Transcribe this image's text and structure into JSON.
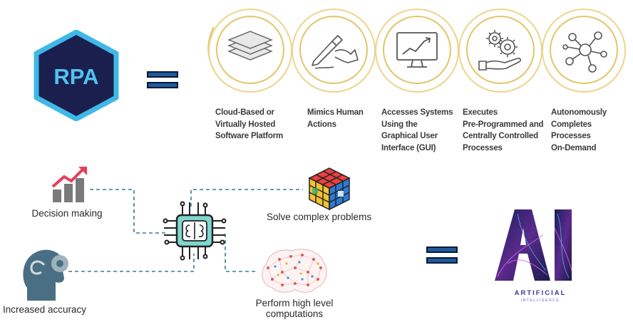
{
  "rpa_logo": {
    "text": "RPA"
  },
  "steps": [
    {
      "icon": "stacked-layers-icon",
      "label": "Cloud-Based or\nVirtually Hosted\nSoftware Platform"
    },
    {
      "icon": "hand-writing-icon",
      "label": "Mimics Human\nActions"
    },
    {
      "icon": "monitor-chart-icon",
      "label": "Accesses Systems\nUsing the\nGraphical User\nInterface (GUI)"
    },
    {
      "icon": "hand-gears-icon",
      "label": "Executes\nPre-Programmed and\nCentrally Controlled\nProcesses"
    },
    {
      "icon": "network-nodes-icon",
      "label": "Autonomously\nCompletes Processes\nOn-Demand"
    }
  ],
  "capabilities": {
    "decision": "Decision making",
    "accuracy": "Increased accuracy",
    "solve": "Solve complex problems",
    "compute": "Perform high level\ncomputations"
  },
  "ai_logo": {
    "letters": "AI",
    "line1": "ARTIFICIAL",
    "line2": "INTELLIGENCE"
  },
  "colors": {
    "gold": "#e3c56a",
    "navy": "#1a1f4e",
    "cyan": "#3fb8e8",
    "teal": "#3a7d8c",
    "chip": "#7fd7cf"
  }
}
